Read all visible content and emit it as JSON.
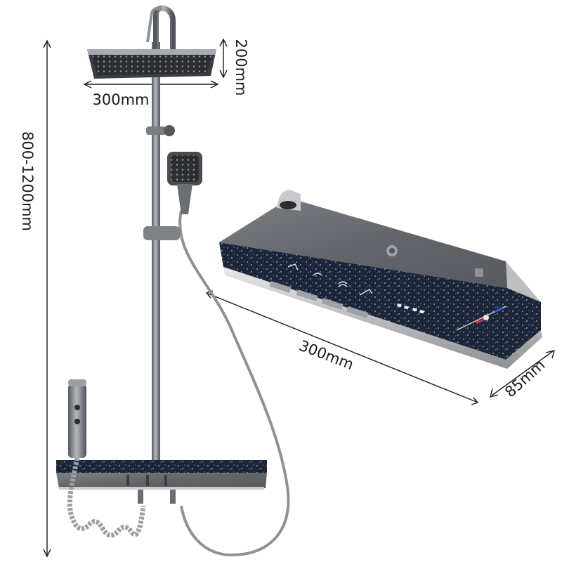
{
  "dimensions": {
    "total_height": "800-1200mm",
    "head_width": "300mm",
    "head_depth": "200mm",
    "shelf_width": "300mm",
    "shelf_depth": "85mm"
  },
  "colors": {
    "metal": "#6b6e73",
    "metal_dark": "#4a4d52",
    "metal_light": "#a9acb0",
    "starry_band": "#1c2638",
    "hot": "#d8322b",
    "cold": "#2a64d8"
  }
}
